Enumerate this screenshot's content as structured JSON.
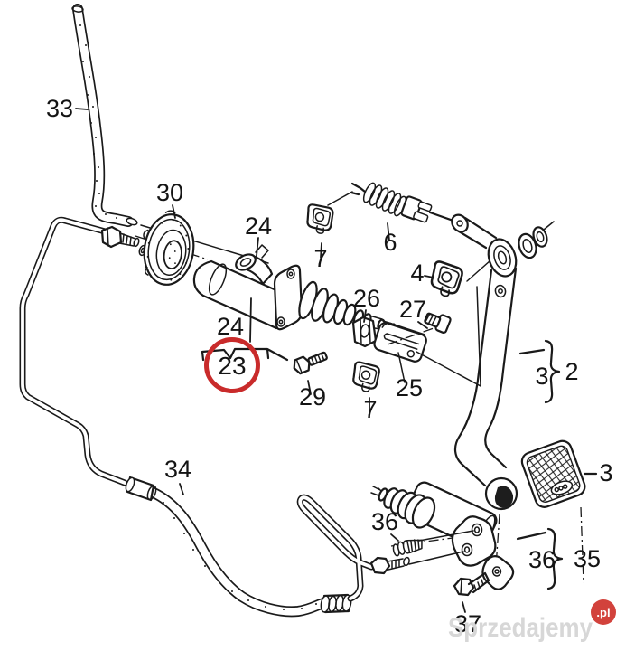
{
  "diagram": {
    "description": "Exploded parts diagram of clutch pedal, master and slave cylinder assembly",
    "background_color": "#ffffff",
    "line_color": "#1a1a1a"
  },
  "highlight": {
    "shape": "circle",
    "color": "#c92b2b",
    "circled_part": "23"
  },
  "part_labels": [
    {
      "text": "33"
    },
    {
      "text": "30"
    },
    {
      "text": "24"
    },
    {
      "text": "7"
    },
    {
      "text": "6"
    },
    {
      "text": "4"
    },
    {
      "text": "26"
    },
    {
      "text": "27"
    },
    {
      "text": "24"
    },
    {
      "text": "23"
    },
    {
      "text": "29"
    },
    {
      "text": "25"
    },
    {
      "text": "7"
    },
    {
      "text": "3"
    },
    {
      "text": "2"
    },
    {
      "text": "3"
    },
    {
      "text": "34"
    },
    {
      "text": "36"
    },
    {
      "text": "36"
    },
    {
      "text": "35"
    },
    {
      "text": "37"
    }
  ],
  "watermark": {
    "text": "Sprzedajemy",
    "suffix": ".pl",
    "text_color": "#d7d7d7",
    "badge_color": "#d2423c",
    "suffix_text_color": "#ffffff"
  }
}
